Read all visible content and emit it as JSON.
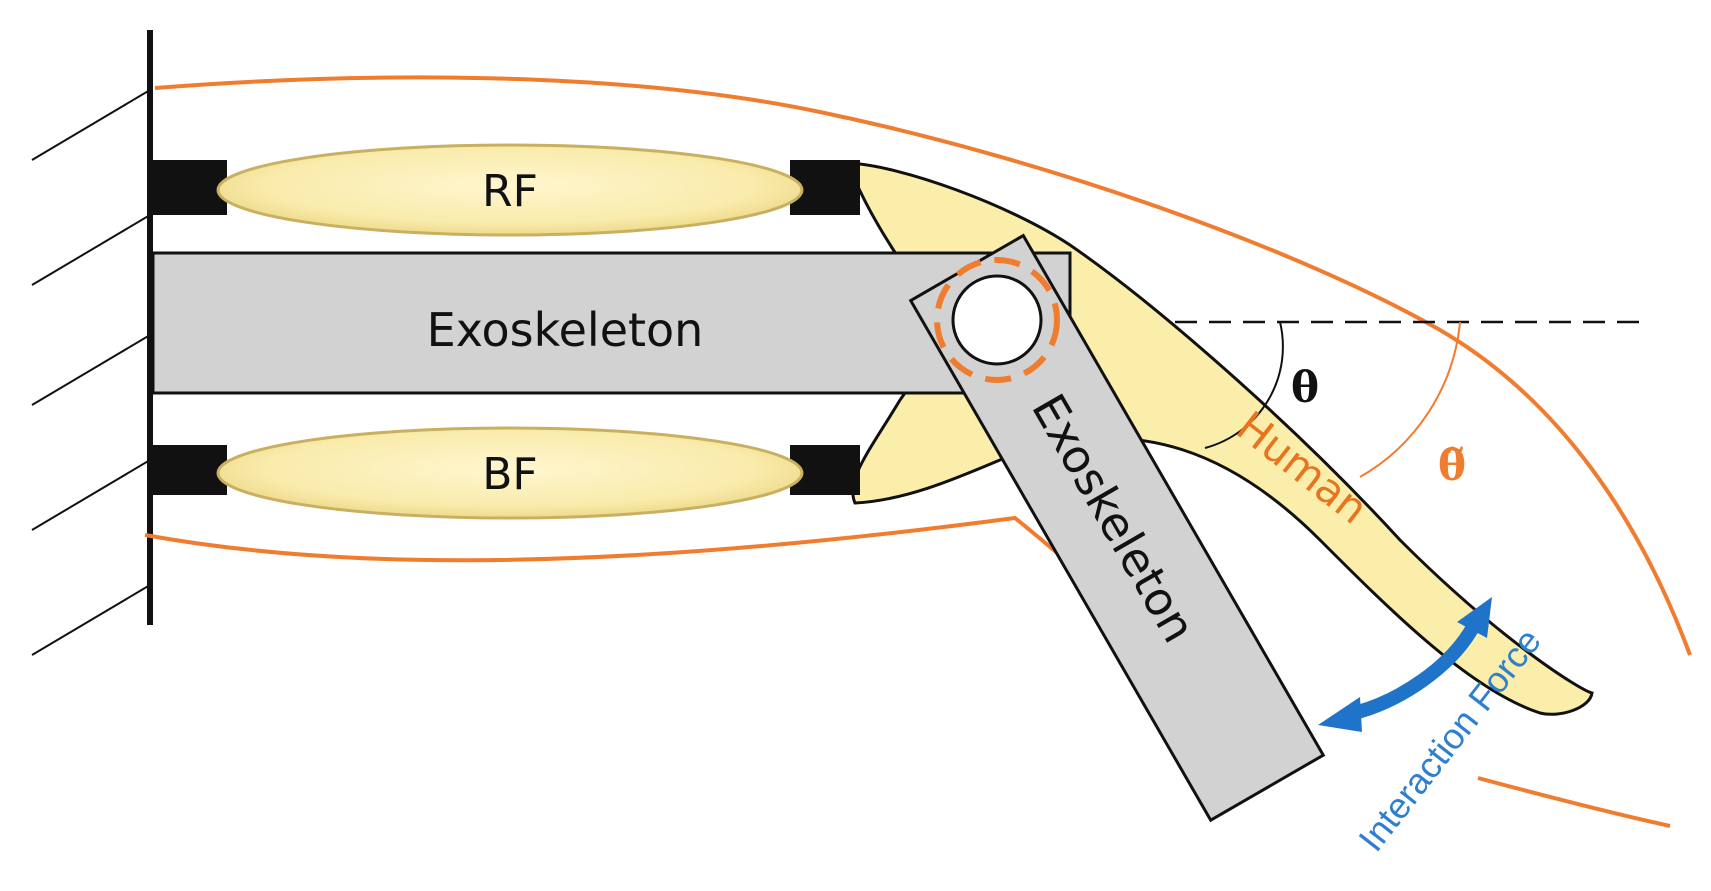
{
  "labels": {
    "rf": "RF",
    "bf": "BF",
    "exo_thigh": "Exoskeleton",
    "exo_shank": "Exoskeleton",
    "human": "Human",
    "theta": "θ",
    "theta_tilde": "θ̃",
    "interaction_force": "Interaction Force"
  },
  "colors": {
    "outline_orange": "#f07c2f",
    "exo_gray": "#d2d2d2",
    "bone_yellow": "#fbeeaa",
    "muscle_yellow": "#f9ebab",
    "arrow_blue": "#1f73c9",
    "force_text_blue": "#2f7fd0",
    "ink": "#111111"
  },
  "icons": {
    "joint": "joint-circle-icon",
    "arrow": "double-curved-arrow-icon"
  }
}
